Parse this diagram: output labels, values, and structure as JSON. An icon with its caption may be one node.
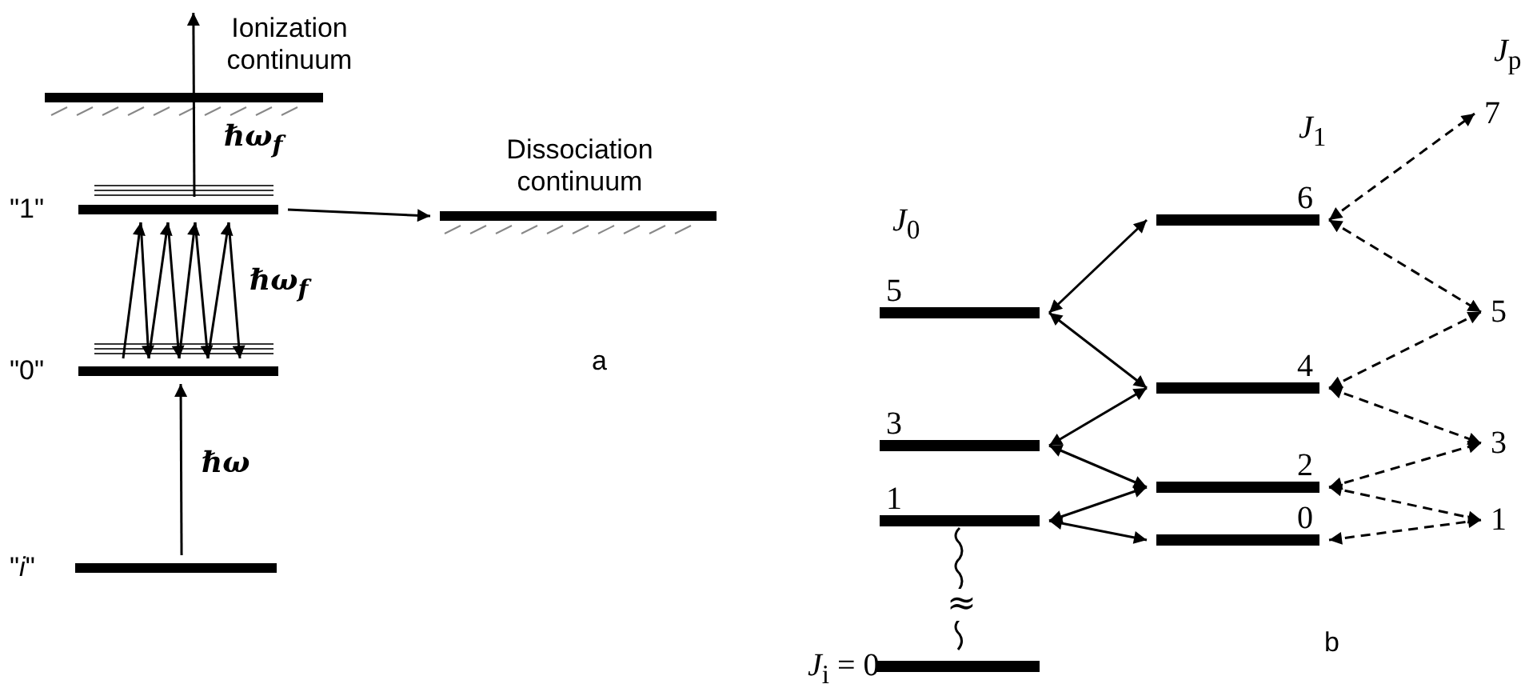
{
  "diagram": {
    "nodes": [
      {
        "text": [
          "Ionization continuum"
        ]
      },
      {
        "text": [
          "\"1\""
        ]
      },
      {
        "text": [
          "\"0\""
        ]
      },
      {
        "text": [
          "\"*i*\""
        ]
      },
      {
        "text": [
          "Dissociation continuum"
        ]
      },
      {
        "text": [
          "5"
        ]
      },
      {
        "text": [
          "3"
        ]
      },
      {
        "text": [
          "1"
        ]
      },
      {
        "text": [
          "*J*$_{i}$ = 0"
        ]
      },
      {
        "text": [
          "6"
        ]
      },
      {
        "text": [
          "4"
        ]
      },
      {
        "text": [
          "2"
        ]
      },
      {
        "text": [
          "0"
        ]
      },
      {
        "text": [
          "7"
        ]
      },
      {
        "text": [
          "5"
        ]
      },
      {
        "text": [
          "3"
        ]
      },
      {
        "text": [
          "1"
        ]
      }
    ],
    "edges": [
      {
        "from": 1,
        "to": 0,
        "arrow": "to",
        "label": "ℏω$_{f}$"
      },
      {
        "from": 2,
        "to": 1,
        "arrow": "to"
      },
      {
        "from": 1,
        "to": 2,
        "arrow": "to"
      },
      {
        "from": 2,
        "to": 1,
        "arrow": "to"
      },
      {
        "from": 1,
        "to": 2,
        "arrow": "to"
      },
      {
        "from": 2,
        "to": 1,
        "arrow": "to"
      },
      {
        "from": 1,
        "to": 2,
        "arrow": "to"
      },
      {
        "from": 2,
        "to": 1,
        "arrow": "to"
      },
      {
        "from": 1,
        "to": 2,
        "arrow": "to",
        "label": "ℏω$_{f}$"
      },
      {
        "from": 1,
        "to": 4,
        "arrow": "to"
      },
      {
        "from": 3,
        "to": 2,
        "arrow": "to",
        "label": "ℏω"
      },
      {
        "from": 5,
        "to": 9,
        "arrow": "both"
      },
      {
        "from": 5,
        "to": 10,
        "arrow": "both"
      },
      {
        "from": 6,
        "to": 10,
        "arrow": "both"
      },
      {
        "from": 6,
        "to": 11,
        "arrow": "both"
      },
      {
        "from": 7,
        "to": 11,
        "arrow": "both"
      },
      {
        "from": 7,
        "to": 12,
        "arrow": "both"
      },
      {
        "from": 9,
        "to": 13,
        "arrow": "both",
        "style": "dashed"
      },
      {
        "from": 9,
        "to": 14,
        "arrow": "both",
        "style": "dashed"
      },
      {
        "from": 10,
        "to": 14,
        "arrow": "both",
        "style": "dashed"
      },
      {
        "from": 10,
        "to": 15,
        "arrow": "both",
        "style": "dashed"
      },
      {
        "from": 11,
        "to": 15,
        "arrow": "both",
        "style": "dashed"
      },
      {
        "from": 11,
        "to": 16,
        "arrow": "both",
        "style": "dashed"
      },
      {
        "from": 12,
        "to": 16,
        "arrow": "both",
        "style": "dashed"
      },
      {
        "from": 8,
        "to": 7,
        "arrow": "none",
        "label": "≈"
      }
    ],
    "labels": [
      "a",
      "*J*$_{0}$",
      "*J*$_{1}$",
      "*J*$_{p}$",
      "b"
    ]
  }
}
